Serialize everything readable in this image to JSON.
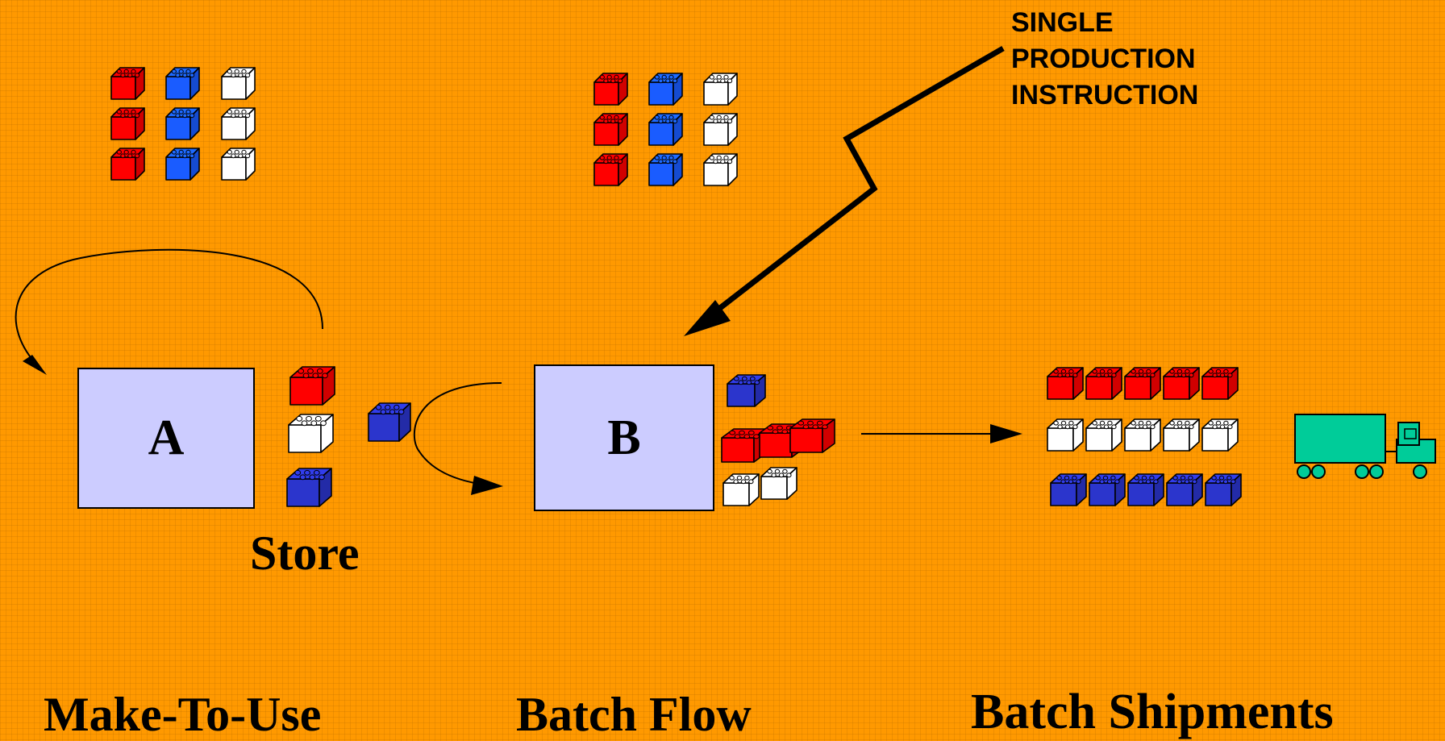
{
  "instruction": {
    "lines": [
      "SINGLE",
      "PRODUCTION",
      "INSTRUCTION"
    ]
  },
  "stations": {
    "a": "A",
    "b": "B"
  },
  "labels": {
    "store": "Store",
    "make_to_use": "Make-To-Use",
    "batch_flow": "Batch Flow",
    "batch_shipments": "Batch Shipments"
  },
  "colors": {
    "background": "#ff9900",
    "station_fill": "#ccccff",
    "brick_red": "#ff0000",
    "brick_blue_light": "#1a5cff",
    "brick_blue_dark": "#2b35cc",
    "brick_white": "#ffffff",
    "truck": "#00cc99"
  }
}
